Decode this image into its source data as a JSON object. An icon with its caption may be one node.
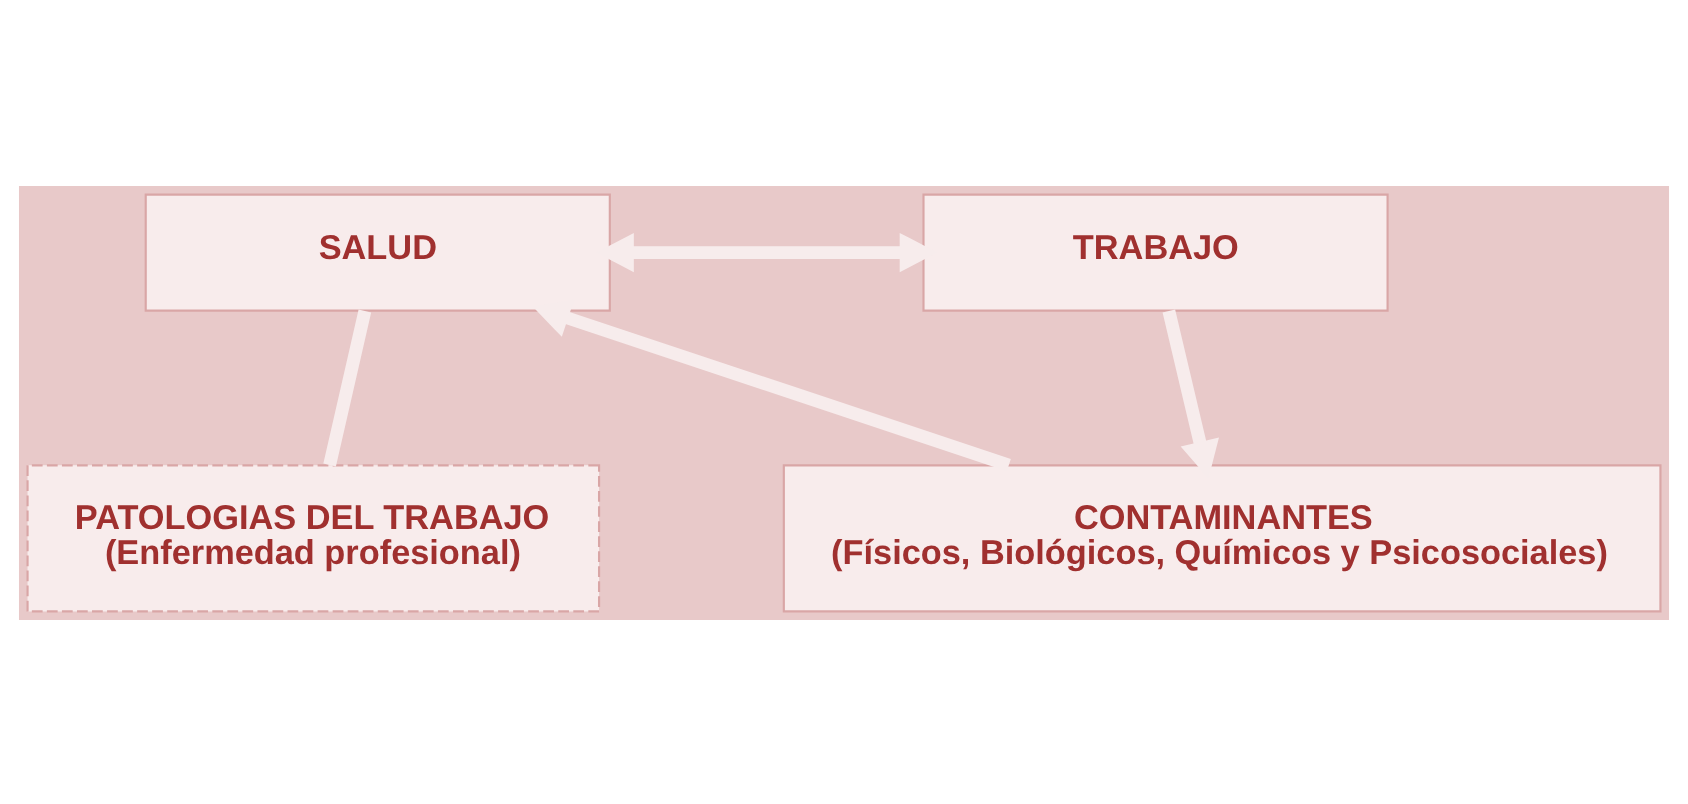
{
  "diagram": {
    "nodes": [
      {
        "text": [
          "SALUD"
        ]
      },
      {
        "text": [
          "TRABAJO"
        ]
      },
      {
        "text": [
          "PATOLOGIAS DEL TRABAJO",
          "(Enfermedad profesional)"
        ]
      },
      {
        "text": [
          "CONTAMINANTES",
          "(Físicos, Biológicos, Químicos y Psicosociales)"
        ]
      }
    ],
    "edges": [
      {
        "from": 0,
        "to": 1,
        "arrow": "both"
      },
      {
        "from": 1,
        "to": 3,
        "arrow": "to"
      },
      {
        "from": 3,
        "to": 0,
        "arrow": "to"
      },
      {
        "from": 0,
        "to": 2,
        "arrow": "none"
      }
    ]
  }
}
